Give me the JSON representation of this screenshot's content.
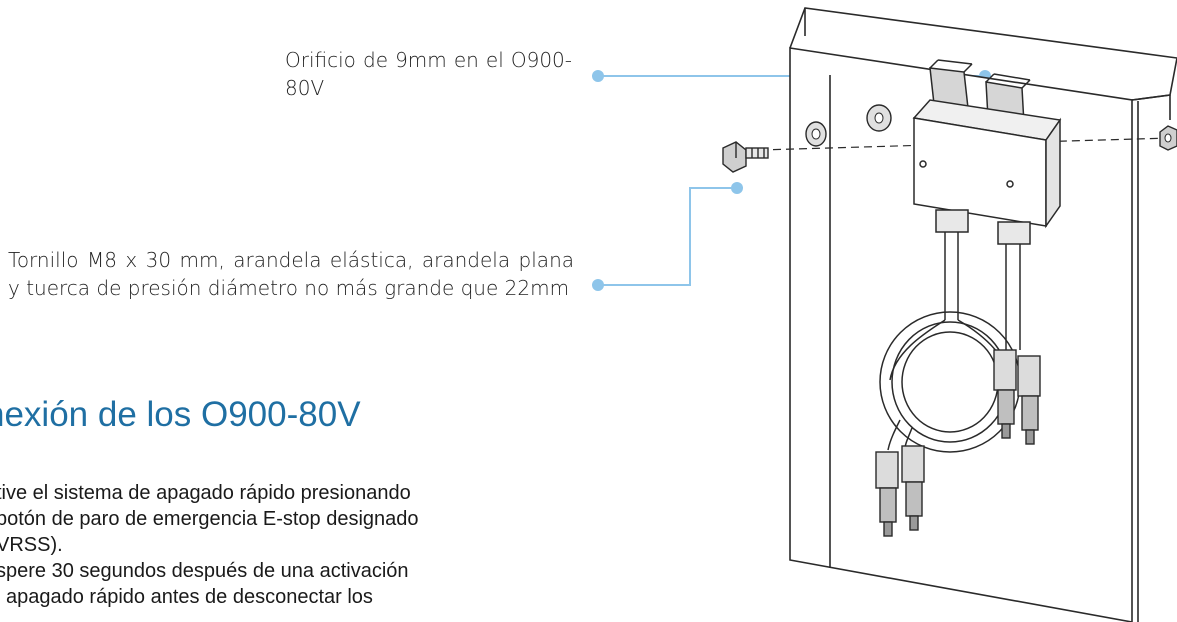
{
  "callouts": {
    "hole": "Orificio de 9mm en el O900-80V",
    "hardware": "Tornillo M8 x 30 mm, arandela elástica, arandela plana y tuerca de presión diámetro no más grande que 22mm"
  },
  "section": {
    "heading": "nexión de los O900-80V"
  },
  "body": {
    "line1": "tive el sistema de apagado rápido presionando",
    "line2": "botón de paro de emergencia E-stop designado",
    "line3": "VRSS).",
    "line4": "spere 30 segundos después de una activación",
    "line5": "l apagado rápido antes de desconectar los"
  },
  "colors": {
    "callout_line": "#8ec5ea",
    "heading": "#1f6fa3",
    "drawing_stroke": "#2a2a2a"
  }
}
